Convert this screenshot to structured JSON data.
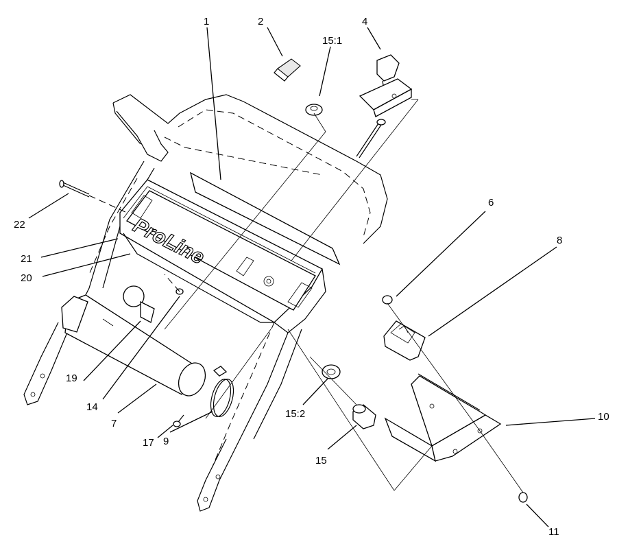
{
  "diagram": {
    "brand_text": "ProLine",
    "callouts": [
      {
        "id": "c1",
        "text": "1"
      },
      {
        "id": "c2",
        "text": "2"
      },
      {
        "id": "c151",
        "text": "15:1"
      },
      {
        "id": "c4",
        "text": "4"
      },
      {
        "id": "c22",
        "text": "22"
      },
      {
        "id": "c6",
        "text": "6"
      },
      {
        "id": "c8",
        "text": "8"
      },
      {
        "id": "c21",
        "text": "21"
      },
      {
        "id": "c20",
        "text": "20"
      },
      {
        "id": "c19",
        "text": "19"
      },
      {
        "id": "c14",
        "text": "14"
      },
      {
        "id": "c7",
        "text": "7"
      },
      {
        "id": "c17",
        "text": "17"
      },
      {
        "id": "c9",
        "text": "9"
      },
      {
        "id": "c152",
        "text": "15:2"
      },
      {
        "id": "c15",
        "text": "15"
      },
      {
        "id": "c10",
        "text": "10"
      },
      {
        "id": "c11",
        "text": "11"
      }
    ]
  }
}
